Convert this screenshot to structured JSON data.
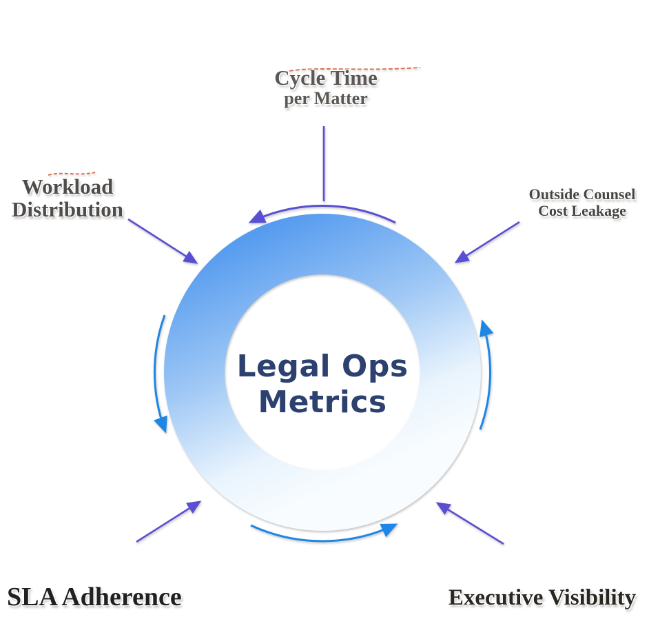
{
  "diagram": {
    "type": "hub-and-spoke donut diagram",
    "center": {
      "title_line1": "Legal Ops",
      "title_line2": "Metrics"
    },
    "nodes": {
      "cycle_time": {
        "line1": "Cycle Time",
        "line2": "per Matter",
        "position": "top"
      },
      "workload": {
        "line1": "Workload",
        "line2": "Distribution",
        "position": "upper-left"
      },
      "outside_counsel": {
        "line1": "Outside Counsel",
        "line2": "Cost Leakage",
        "position": "upper-right"
      },
      "sla": {
        "label": "SLA Adherence",
        "position": "bottom-left"
      },
      "executive": {
        "label": "Executive Visibility",
        "position": "bottom-right"
      }
    }
  },
  "colors": {
    "ring_grad_top": "#4d96ee",
    "ring_grad_mid": "#9cc6f5",
    "ring_grad_low": "#e9f4fd",
    "ring_grad_bottom": "#f8fcff",
    "accent_purple": "#5a4ed2",
    "accent_blue": "#1e86e6",
    "squiggle_orange": "#d0512c",
    "center_text": "#2d4170",
    "background": "#ffffff"
  }
}
